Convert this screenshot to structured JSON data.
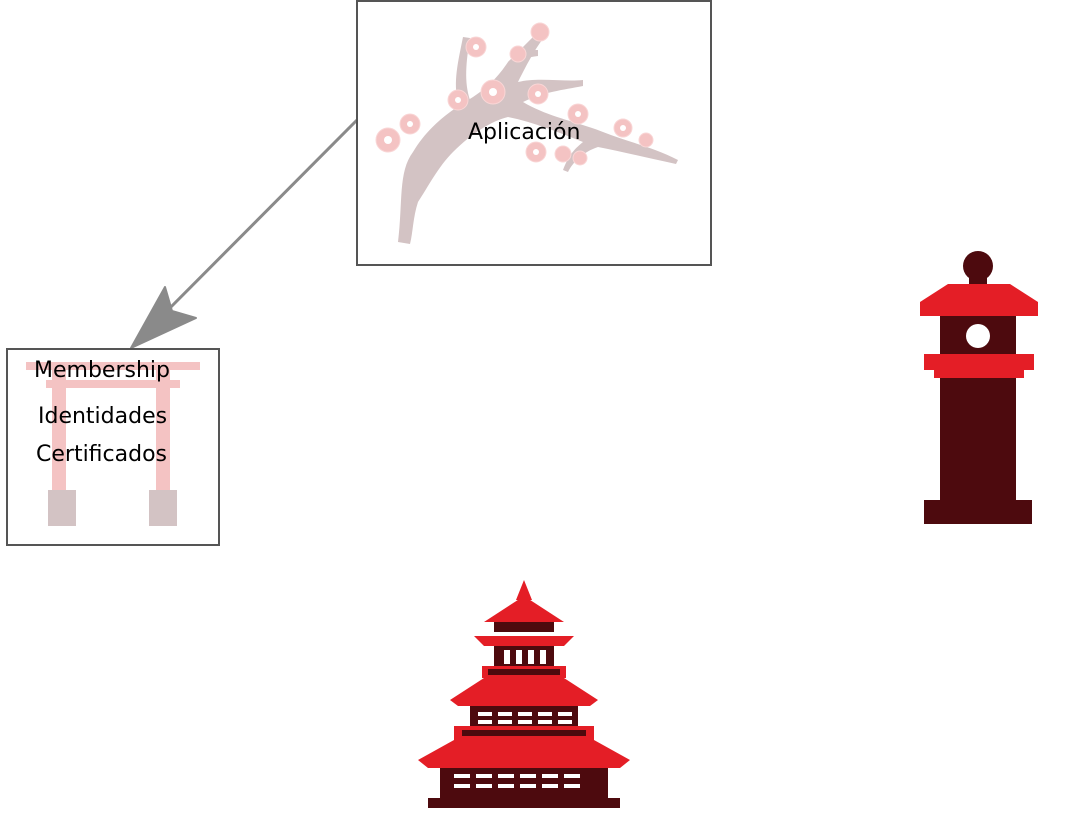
{
  "diagram": {
    "nodes": {
      "app": {
        "label": "Aplicación",
        "icon": "cherry-blossom-branch-icon"
      },
      "membership": {
        "lines": [
          "Membership",
          "Identidades",
          "Certificados"
        ],
        "icon": "torii-gate-icon"
      }
    },
    "edges": [
      {
        "from": "app",
        "to": "membership",
        "style": "arrow"
      }
    ],
    "decorations": [
      {
        "icon": "stone-lantern-icon"
      },
      {
        "icon": "pagoda-icon"
      }
    ],
    "colors": {
      "red": "#e41e26",
      "dark": "#4d0a0e",
      "pink": "#f4c3c3",
      "branch": "#d3c3c4",
      "arrow": "#8a8a8a",
      "border": "#555555"
    }
  }
}
